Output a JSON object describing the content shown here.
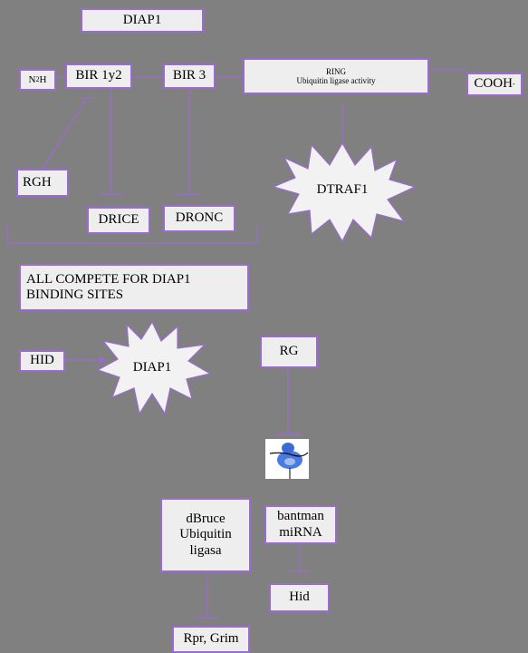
{
  "title": "DIAP1",
  "protein": {
    "n_terminus": {
      "main": "N",
      "sub": "2",
      "tail": "H"
    },
    "bir12": "BIR 1y2",
    "bir3": "BIR 3",
    "ring": {
      "title": "RING",
      "subtitle": "Ubiquitin  ligase activity"
    },
    "c_terminus": {
      "main": "COOH",
      "sup": "-"
    }
  },
  "interactors": {
    "rgh": "RGH",
    "drice": "DRICE",
    "dronc": "DRONC",
    "dtraf1": "DTRAF1"
  },
  "compete_note": {
    "line1": "ALL COMPETE FOR DIAP1",
    "line2": "BINDING SITES"
  },
  "hid_pathway": {
    "hid": "HID",
    "diap1": "DIAP1"
  },
  "rg": "RG",
  "dbruce": {
    "line1": "dBruce",
    "line2": "Ubiquitin",
    "line3": "ligasa"
  },
  "bantam": {
    "line1": "bantman",
    "line2": "miRNA"
  },
  "hid_target": "Hid",
  "rpr_grim": "Rpr, Grim",
  "colors": {
    "background": "#808080",
    "box_fill": "#eeeeee",
    "box_border": "#9b6bd1",
    "line": "#9b6bd1",
    "star_fill": "#f2f2f2",
    "star_stroke": "#9b6bd1"
  },
  "icons": {
    "ribosome": "ribosome-icon"
  }
}
